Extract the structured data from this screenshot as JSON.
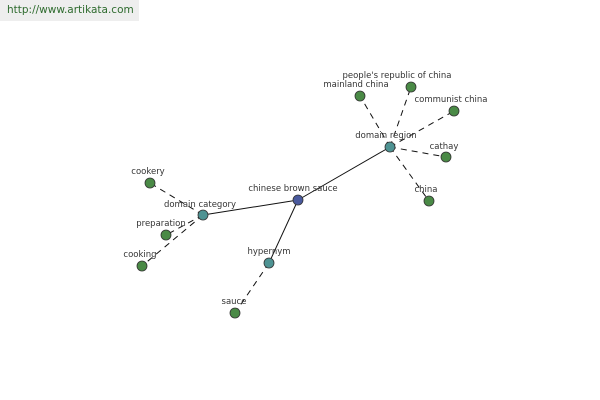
{
  "url_banner": {
    "text": "http://www.artikata.com"
  },
  "colors": {
    "center_node": "#4a5a9e",
    "hub_node": "#4e9393",
    "leaf_node": "#4a8a46",
    "edge": "#111111",
    "node_outline": "#333333",
    "banner_bg": "#eeeeee",
    "banner_text": "#2e6b2e"
  },
  "graph": {
    "nodes": [
      {
        "id": "center",
        "label": "chinese brown sauce",
        "kind": "center"
      },
      {
        "id": "region",
        "label": "domain region",
        "kind": "hub"
      },
      {
        "id": "category",
        "label": "domain category",
        "kind": "hub"
      },
      {
        "id": "hypernym",
        "label": "hypernym",
        "kind": "hub"
      },
      {
        "id": "prc",
        "label": "people's republic of china",
        "kind": "leaf"
      },
      {
        "id": "mainland",
        "label": "mainland china",
        "kind": "leaf"
      },
      {
        "id": "communist",
        "label": "communist china",
        "kind": "leaf"
      },
      {
        "id": "cathay",
        "label": "cathay",
        "kind": "leaf"
      },
      {
        "id": "china",
        "label": "china",
        "kind": "leaf"
      },
      {
        "id": "cookery",
        "label": "cookery",
        "kind": "leaf"
      },
      {
        "id": "preparation",
        "label": "preparation",
        "kind": "leaf"
      },
      {
        "id": "cooking",
        "label": "cooking",
        "kind": "leaf"
      },
      {
        "id": "sauce",
        "label": "sauce",
        "kind": "leaf"
      }
    ],
    "edges": [
      {
        "from": "center",
        "to": "region",
        "style": "solid"
      },
      {
        "from": "center",
        "to": "category",
        "style": "solid"
      },
      {
        "from": "center",
        "to": "hypernym",
        "style": "solid"
      },
      {
        "from": "region",
        "to": "prc",
        "style": "dashed"
      },
      {
        "from": "region",
        "to": "mainland",
        "style": "dashed"
      },
      {
        "from": "region",
        "to": "communist",
        "style": "dashed"
      },
      {
        "from": "region",
        "to": "cathay",
        "style": "dashed"
      },
      {
        "from": "region",
        "to": "china",
        "style": "dashed"
      },
      {
        "from": "category",
        "to": "cookery",
        "style": "dashed"
      },
      {
        "from": "category",
        "to": "preparation",
        "style": "dashed"
      },
      {
        "from": "category",
        "to": "cooking",
        "style": "dashed"
      },
      {
        "from": "hypernym",
        "to": "sauce",
        "style": "dashed"
      }
    ]
  }
}
